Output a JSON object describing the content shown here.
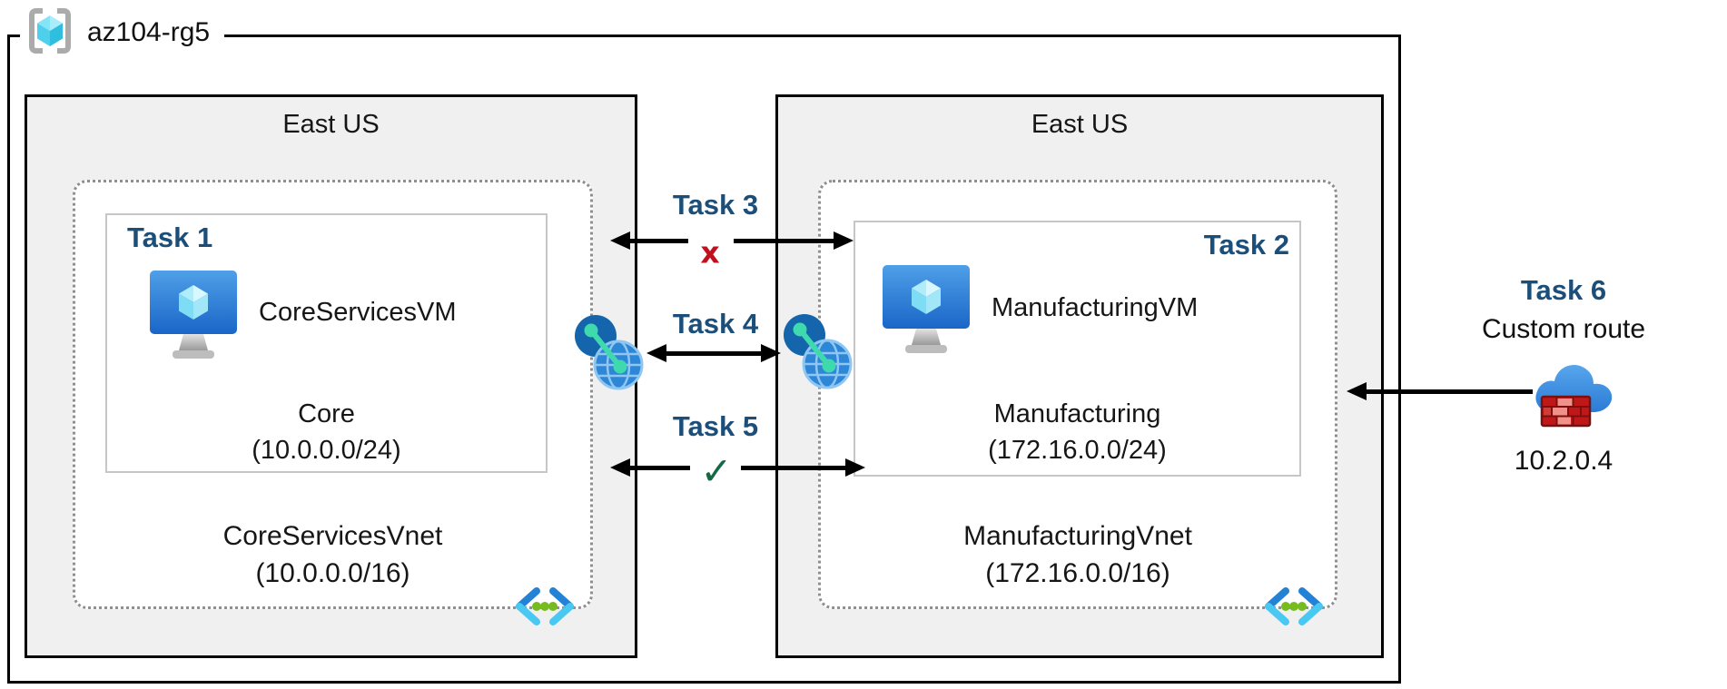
{
  "resource_group": {
    "label": "az104-rg5"
  },
  "regions": {
    "left": {
      "title": "East US",
      "subnet": {
        "task": "Task 1",
        "vm_name": "CoreServicesVM",
        "name": "Core",
        "cidr": "(10.0.0.0/24)"
      },
      "vnet": {
        "name": "CoreServicesVnet",
        "cidr": "(10.0.0.0/16)"
      }
    },
    "right": {
      "title": "East US",
      "subnet": {
        "task": "Task 2",
        "vm_name": "ManufacturingVM",
        "name": "Manufacturing",
        "cidr": "(172.16.0.0/24)"
      },
      "vnet": {
        "name": "ManufacturingVnet",
        "cidr": "(172.16.0.0/16)"
      }
    }
  },
  "connections": {
    "task3": {
      "label": "Task 3",
      "marker": "x",
      "status": "blocked"
    },
    "task4": {
      "label": "Task 4"
    },
    "task5": {
      "label": "Task 5",
      "marker": "✓",
      "status": "allowed"
    }
  },
  "external_route": {
    "label": "Task 6",
    "description": "Custom route",
    "ip": "10.2.0.4"
  },
  "icons": {
    "resource_group": "azure-resource-group-icon",
    "vm": "azure-virtual-machine-icon",
    "vnet": "azure-virtual-network-icon",
    "peering": "vnet-peering-icon",
    "firewall": "nva-firewall-cloud-icon"
  },
  "colors": {
    "task_label": "#1b4e79",
    "blocked_marker": "#c0111f",
    "allowed_marker": "#156946",
    "region_fill": "#f0f0f0",
    "azure_blue": "#0078d4"
  }
}
